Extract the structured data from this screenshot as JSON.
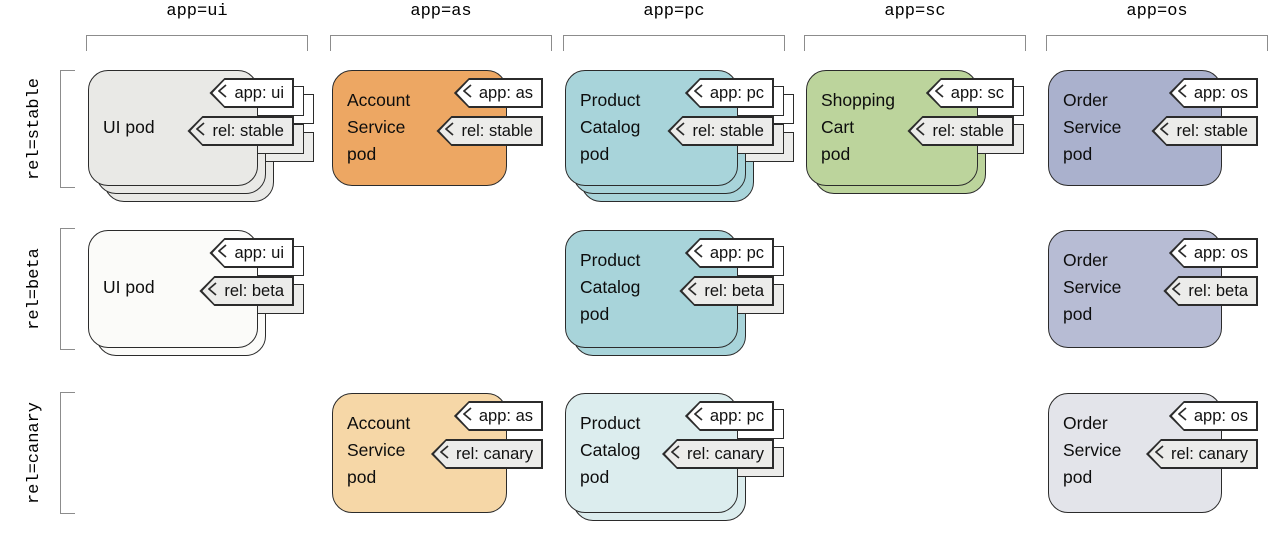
{
  "diagram": {
    "title": "pods-by-app-and-release-labels",
    "columns": [
      {
        "label": "app=ui"
      },
      {
        "label": "app=as"
      },
      {
        "label": "app=pc"
      },
      {
        "label": "app=sc"
      },
      {
        "label": "app=os"
      }
    ],
    "rows": [
      {
        "label": "rel=stable"
      },
      {
        "label": "rel=beta"
      },
      {
        "label": "rel=canary"
      }
    ],
    "colors": {
      "outline": "#2b2b2b",
      "bracket": "#8c8c8c",
      "app_tag_fill": "#ffffff",
      "rel_tag_fill": "#ececea"
    },
    "pods": [
      {
        "id": "ui-stable",
        "col": 0,
        "row": 0,
        "stack": 3,
        "fill": "#e9e9e6",
        "name_lines": [
          "UI pod"
        ],
        "app_label": "app: ui",
        "rel_label": "rel: stable"
      },
      {
        "id": "as-stable",
        "col": 1,
        "row": 0,
        "stack": 1,
        "fill": "#eda763",
        "name_lines": [
          "Account",
          "Service",
          "pod"
        ],
        "app_label": "app: as",
        "rel_label": "rel: stable"
      },
      {
        "id": "pc-stable",
        "col": 2,
        "row": 0,
        "stack": 3,
        "fill": "#a8d4da",
        "name_lines": [
          "Product",
          "Catalog",
          "pod"
        ],
        "app_label": "app: pc",
        "rel_label": "rel: stable"
      },
      {
        "id": "sc-stable",
        "col": 3,
        "row": 0,
        "stack": 2,
        "fill": "#bcd49c",
        "name_lines": [
          "Shopping",
          "Cart",
          "pod"
        ],
        "app_label": "app: sc",
        "rel_label": "rel: stable"
      },
      {
        "id": "os-stable",
        "col": 4,
        "row": 0,
        "stack": 1,
        "fill": "#aab1cd",
        "name_lines": [
          "Order",
          "Service",
          "pod"
        ],
        "app_label": "app: os",
        "rel_label": "rel: stable"
      },
      {
        "id": "ui-beta",
        "col": 0,
        "row": 1,
        "stack": 2,
        "fill": "#fbfbf9",
        "name_lines": [
          "UI pod"
        ],
        "app_label": "app: ui",
        "rel_label": "rel: beta"
      },
      {
        "id": "pc-beta",
        "col": 2,
        "row": 1,
        "stack": 2,
        "fill": "#a8d4da",
        "name_lines": [
          "Product",
          "Catalog",
          "pod"
        ],
        "app_label": "app: pc",
        "rel_label": "rel: beta"
      },
      {
        "id": "os-beta",
        "col": 4,
        "row": 1,
        "stack": 1,
        "fill": "#b7bcd4",
        "name_lines": [
          "Order",
          "Service",
          "pod"
        ],
        "app_label": "app: os",
        "rel_label": "rel: beta"
      },
      {
        "id": "as-canary",
        "col": 1,
        "row": 2,
        "stack": 1,
        "fill": "#f6d7a7",
        "name_lines": [
          "Account",
          "Service",
          "pod"
        ],
        "app_label": "app: as",
        "rel_label": "rel: canary"
      },
      {
        "id": "pc-canary",
        "col": 2,
        "row": 2,
        "stack": 2,
        "fill": "#dcedee",
        "name_lines": [
          "Product",
          "Catalog",
          "pod"
        ],
        "app_label": "app: pc",
        "rel_label": "rel: canary"
      },
      {
        "id": "os-canary",
        "col": 4,
        "row": 2,
        "stack": 1,
        "fill": "#e3e4ea",
        "name_lines": [
          "Order",
          "Service",
          "pod"
        ],
        "app_label": "app: os",
        "rel_label": "rel: canary"
      }
    ]
  }
}
